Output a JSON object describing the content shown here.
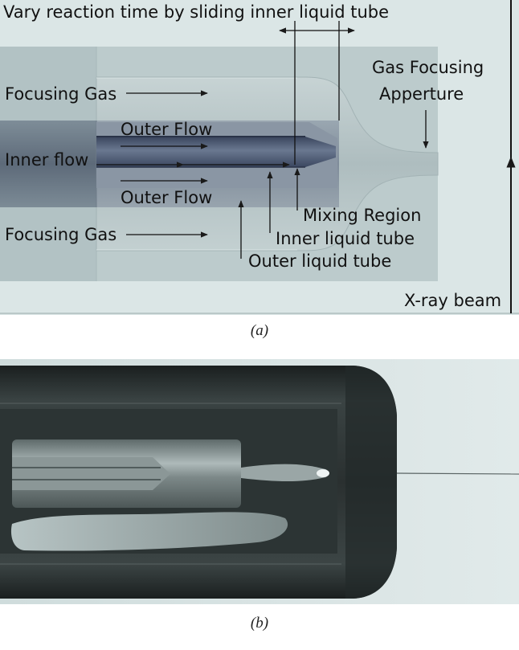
{
  "panel_a": {
    "title": "Vary reaction time by sliding inner liquid tube",
    "labels": {
      "focusing_gas_top": "Focusing Gas",
      "focusing_gas_bottom": "Focusing Gas",
      "outer_flow_top": "Outer Flow",
      "outer_flow_bottom": "Outer Flow",
      "inner_flow": "Inner flow",
      "gas_focusing_line1": "Gas Focusing",
      "gas_focusing_line2": "Apperture",
      "mixing_region": "Mixing Region",
      "inner_liquid_tube": "Inner liquid tube",
      "outer_liquid_tube": "Outer liquid tube",
      "xray_beam": "X-ray beam"
    },
    "caption": "(a)"
  },
  "panel_b": {
    "caption": "(b)"
  },
  "colors": {
    "background": "#dbe6e6",
    "outer_glass": "#b9c9ca",
    "outer_liquid_tube": "#8e9aa6",
    "inner_tube": "#4c5a72",
    "arrow": "#1a1a1a"
  }
}
